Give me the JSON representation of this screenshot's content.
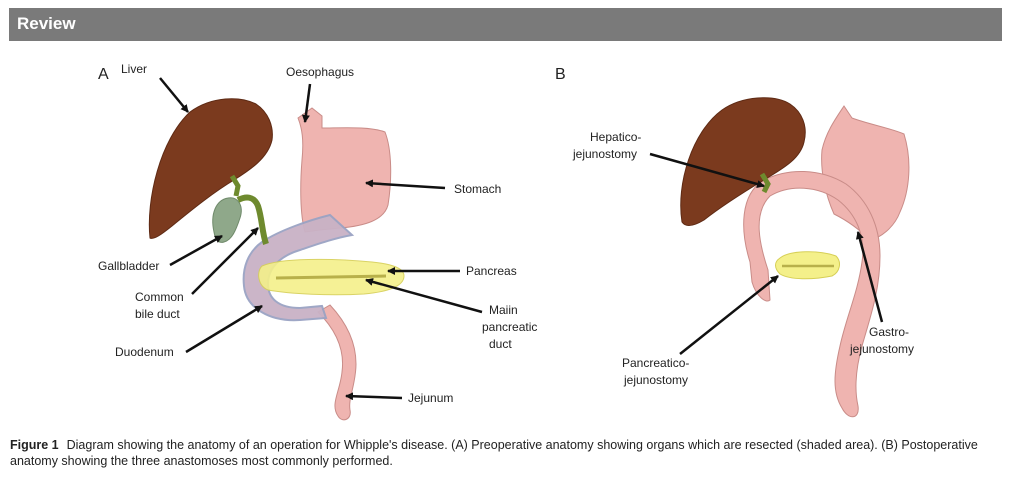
{
  "header": {
    "title": "Review"
  },
  "panels": {
    "a": {
      "letter": "A",
      "labels": {
        "liver": "Liver",
        "oesophagus": "Oesophagus",
        "stomach": "Stomach",
        "gallbladder": "Gallbladder",
        "common_bile_duct": [
          "Common",
          "bile duct"
        ],
        "pancreas": "Pancreas",
        "main_pancreatic_duct": [
          "Maiin",
          "pancreatic",
          "duct"
        ],
        "duodenum": "Duodenum",
        "jejunum": "Jejunum"
      }
    },
    "b": {
      "letter": "B",
      "labels": {
        "hepaticojejunostomy": [
          "Hepatico-",
          "jejunostomy"
        ],
        "gastrojejunostomy": [
          "Gastro-",
          "jejunostomy"
        ],
        "pancreaticojejunostomy": [
          "Pancreatico-",
          "jejunostomy"
        ]
      }
    }
  },
  "colors": {
    "liver": "#7b3a1e",
    "stomach_bowel": "#efb4b0",
    "pancreas": "#f4f08a",
    "gallbladder": "#8fa88a",
    "bile_duct": "#6e8a2e",
    "resected_shading": "#c9b2c6"
  },
  "caption": {
    "label": "Figure 1",
    "text": "Diagram showing the anatomy of an operation for Whipple's disease. (A) Preoperative anatomy showing organs which are resected (shaded area). (B) Postoperative anatomy showing the three anastomoses most commonly performed."
  }
}
